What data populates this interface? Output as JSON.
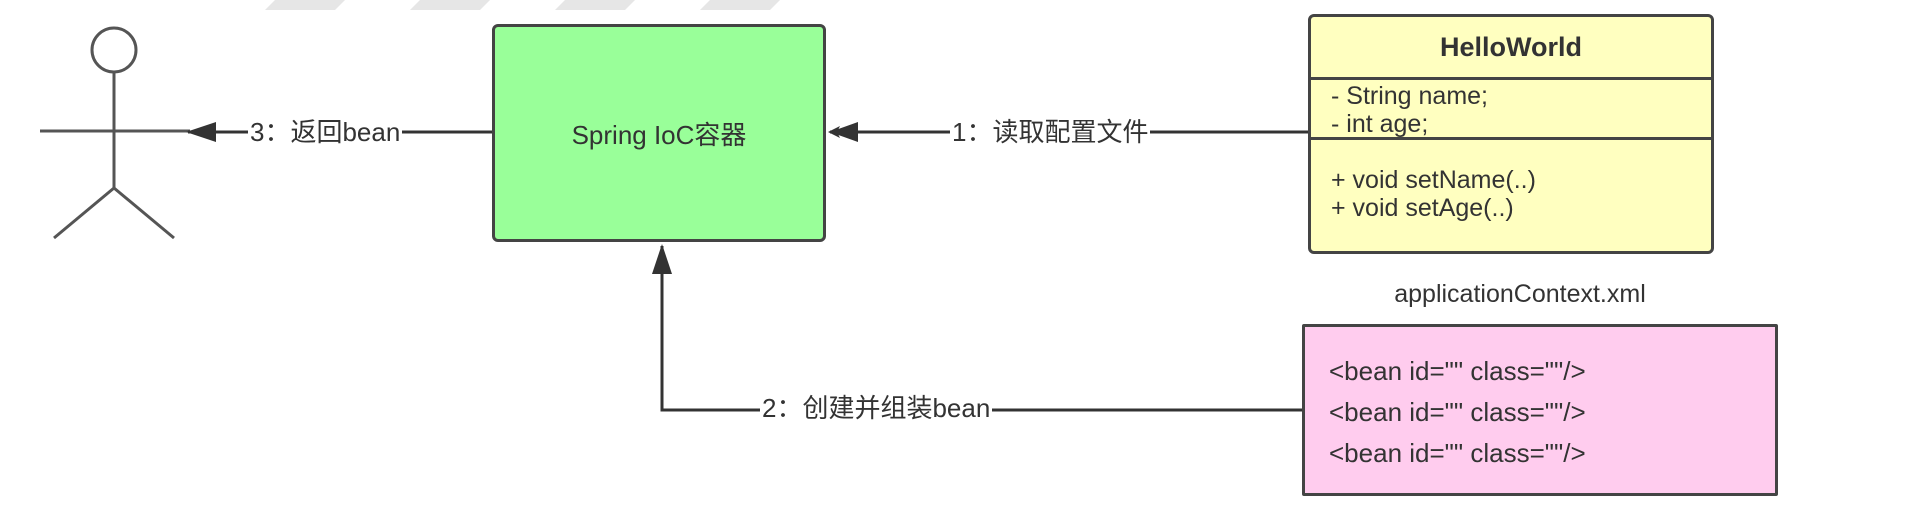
{
  "container": {
    "label": "Spring IoC容器"
  },
  "class_box": {
    "title": "HelloWorld",
    "attributes": [
      "- String name;",
      "- int age;"
    ],
    "methods": [
      "+ void setName(..)",
      "+ void setAge(..)"
    ]
  },
  "config_file": {
    "filename": "applicationContext.xml",
    "lines": [
      "<bean id=\"\" class=\"\"/>",
      "<bean id=\"\" class=\"\"/>",
      "<bean id=\"\" class=\"\"/>"
    ]
  },
  "edges": {
    "read": "1：读取配置文件",
    "create": "2：创建并组装bean",
    "return": "3：返回bean"
  },
  "colors": {
    "container_fill": "#99ff99",
    "class_fill": "#ffffc0",
    "xml_fill": "#ffccee",
    "stroke": "#444444"
  }
}
